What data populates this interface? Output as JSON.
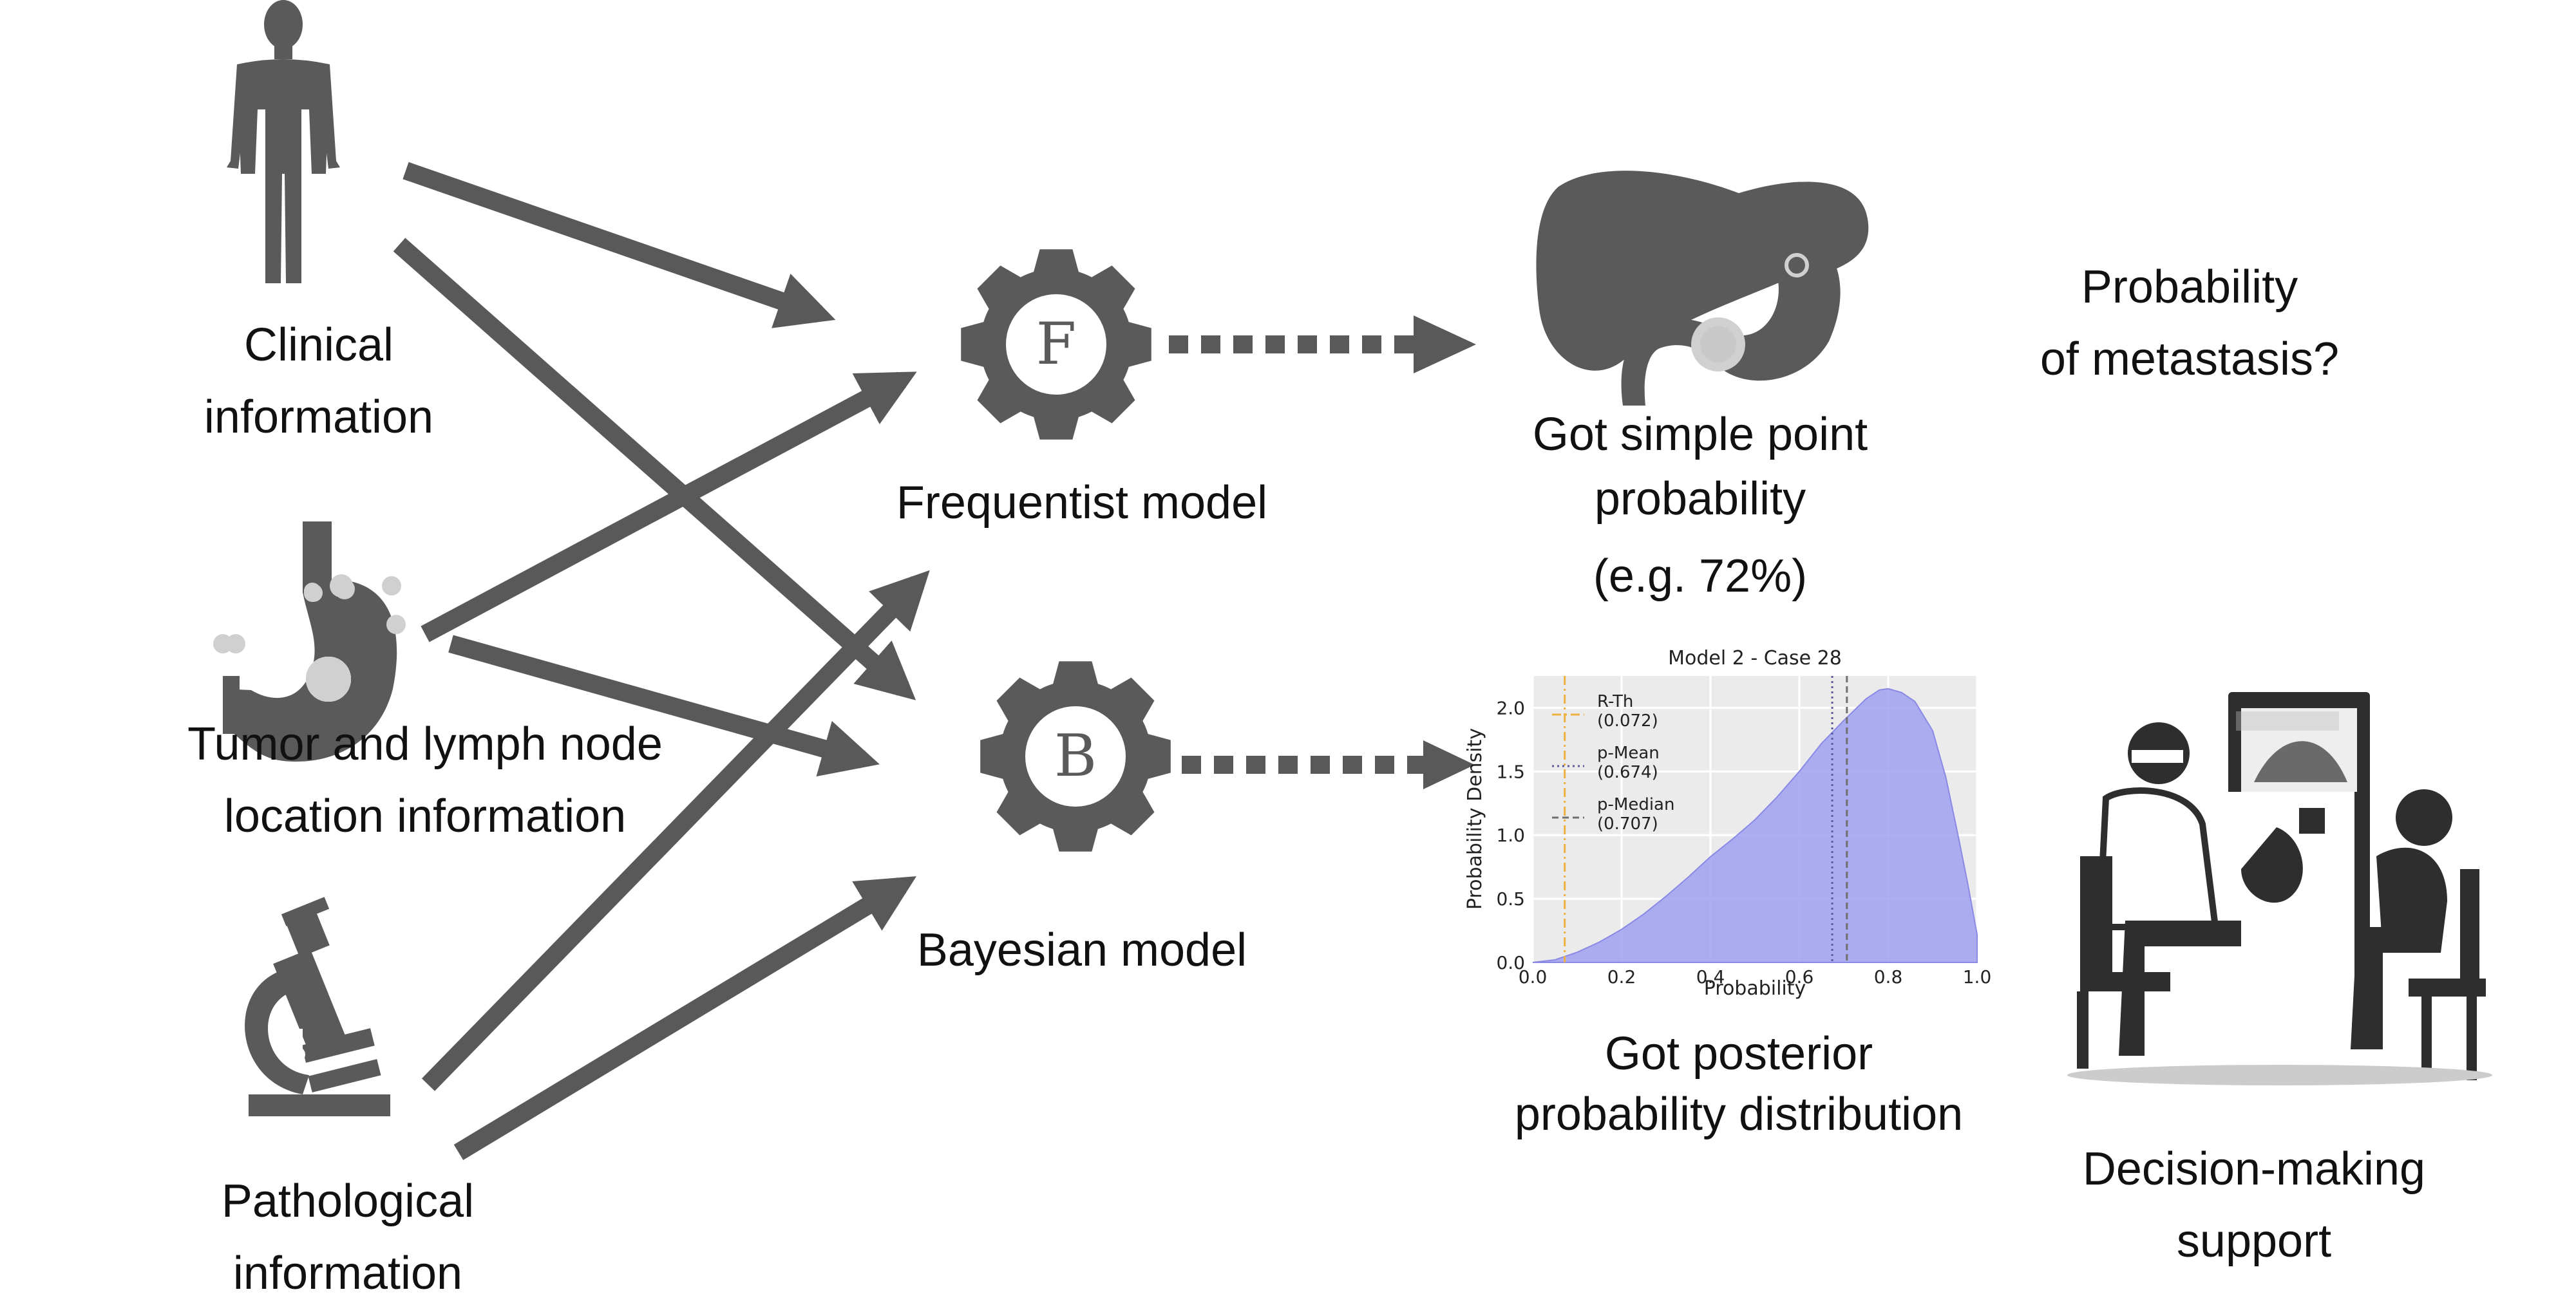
{
  "inputs": {
    "clinical": {
      "line1": "Clinical",
      "line2": "information",
      "icon": "human-figure-icon"
    },
    "tumor": {
      "line1": "Tumor and lymph node",
      "line2": "location information",
      "icon": "stomach-tumor-icon"
    },
    "pathological": {
      "line1": "Pathological",
      "line2": "information",
      "icon": "microscope-icon"
    }
  },
  "models": {
    "frequentist": {
      "label": "Frequentist model",
      "letter": "F",
      "icon": "gear-icon"
    },
    "bayesian": {
      "label": "Bayesian model",
      "letter": "B",
      "icon": "gear-icon"
    }
  },
  "outputs": {
    "point": {
      "line1": "Got simple point",
      "line2": "probability",
      "line3": "(e.g. 72%)",
      "icon": "liver-stomach-icon"
    },
    "question": {
      "line1": "Probability",
      "line2": "of metastasis?"
    },
    "posterior": {
      "line1": "Got posterior",
      "line2": "probability distribution"
    },
    "decision": {
      "line1": "Decision-making",
      "line2": "support",
      "icon": "doctor-patient-icon"
    }
  },
  "colors": {
    "icon": "#5a5a5a",
    "arrow": "#595959",
    "fill": "#a0a0f0",
    "plot_bg": "#ebebeb",
    "threshold": "#f0b040"
  },
  "chart_data": {
    "type": "area",
    "title": "Model 2 - Case 28",
    "xlabel": "Probability",
    "ylabel": "Probability Density",
    "xlim": [
      0.0,
      1.0
    ],
    "ylim": [
      0.0,
      2.25
    ],
    "xticks": [
      "0.0",
      "0.2",
      "0.4",
      "0.6",
      "0.8",
      "1.0"
    ],
    "yticks": [
      "0.0",
      "0.5",
      "1.0",
      "1.5",
      "2.0"
    ],
    "grid": true,
    "legend_position": "top-left",
    "series": {
      "x": [
        0.0,
        0.05,
        0.1,
        0.15,
        0.2,
        0.25,
        0.3,
        0.35,
        0.4,
        0.45,
        0.5,
        0.55,
        0.6,
        0.65,
        0.7,
        0.75,
        0.78,
        0.8,
        0.83,
        0.86,
        0.9,
        0.93,
        0.96,
        0.98,
        1.0
      ],
      "y": [
        0.0,
        0.02,
        0.08,
        0.16,
        0.26,
        0.38,
        0.52,
        0.67,
        0.83,
        0.97,
        1.12,
        1.3,
        1.5,
        1.72,
        1.9,
        2.07,
        2.14,
        2.15,
        2.12,
        2.05,
        1.82,
        1.45,
        0.95,
        0.6,
        0.22
      ]
    },
    "lines": [
      {
        "name": "R-Th",
        "value_label": "(0.072)",
        "x": 0.072,
        "style": "dashdot",
        "color": "#f0b040"
      },
      {
        "name": "p-Mean",
        "value_label": "(0.674)",
        "x": 0.674,
        "style": "dotted",
        "color": "#5a5a9a"
      },
      {
        "name": "p-Median",
        "value_label": "(0.707)",
        "x": 0.707,
        "style": "dashed",
        "color": "#707070"
      }
    ]
  }
}
